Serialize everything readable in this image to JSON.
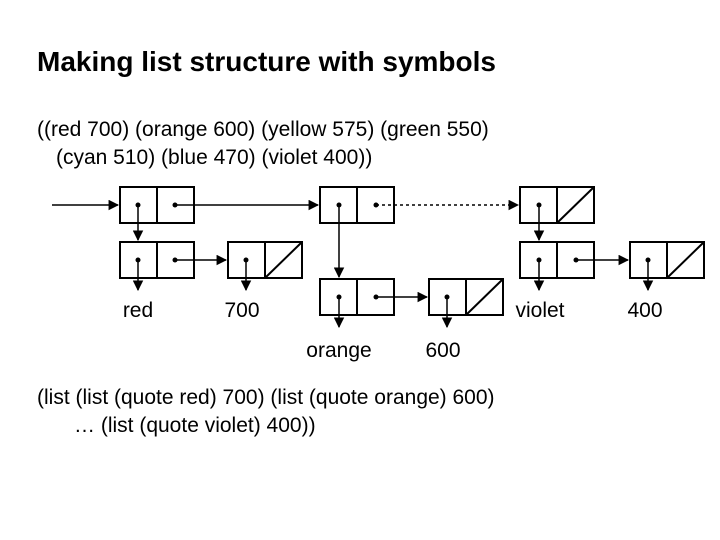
{
  "title": "Making list structure with symbols",
  "expression": {
    "line1": "((red 700) (orange 600) (yellow 575) (green 550)",
    "line2": "(cyan 510) (blue 470) (violet 400))"
  },
  "code": {
    "line1": "(list (list (quote red) 700) (list (quote orange) 600)",
    "line2": "… (list (quote violet) 400))"
  },
  "symbols": {
    "red": "red",
    "n700": "700",
    "orange": "orange",
    "n600": "600",
    "violet": "violet",
    "n400": "400"
  },
  "colors": {
    "ink": "#000000",
    "background": "#ffffff"
  }
}
